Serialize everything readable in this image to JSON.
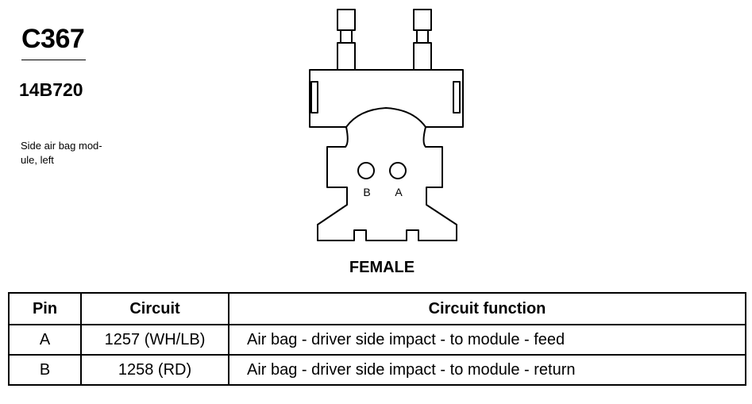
{
  "connector": {
    "id": "C367",
    "part_number": "14B720",
    "description": "Side air bag mod-\nule, left",
    "gender": "FEMALE",
    "cavity_labels": [
      "B",
      "A"
    ]
  },
  "table": {
    "headers": [
      "Pin",
      "Circuit",
      "Circuit function"
    ],
    "rows": [
      {
        "pin": "A",
        "circuit": "1257 (WH/LB)",
        "function": "Air bag - driver side impact - to module - feed"
      },
      {
        "pin": "B",
        "circuit": "1258 (RD)",
        "function": "Air bag - driver side impact - to module - return"
      }
    ]
  }
}
